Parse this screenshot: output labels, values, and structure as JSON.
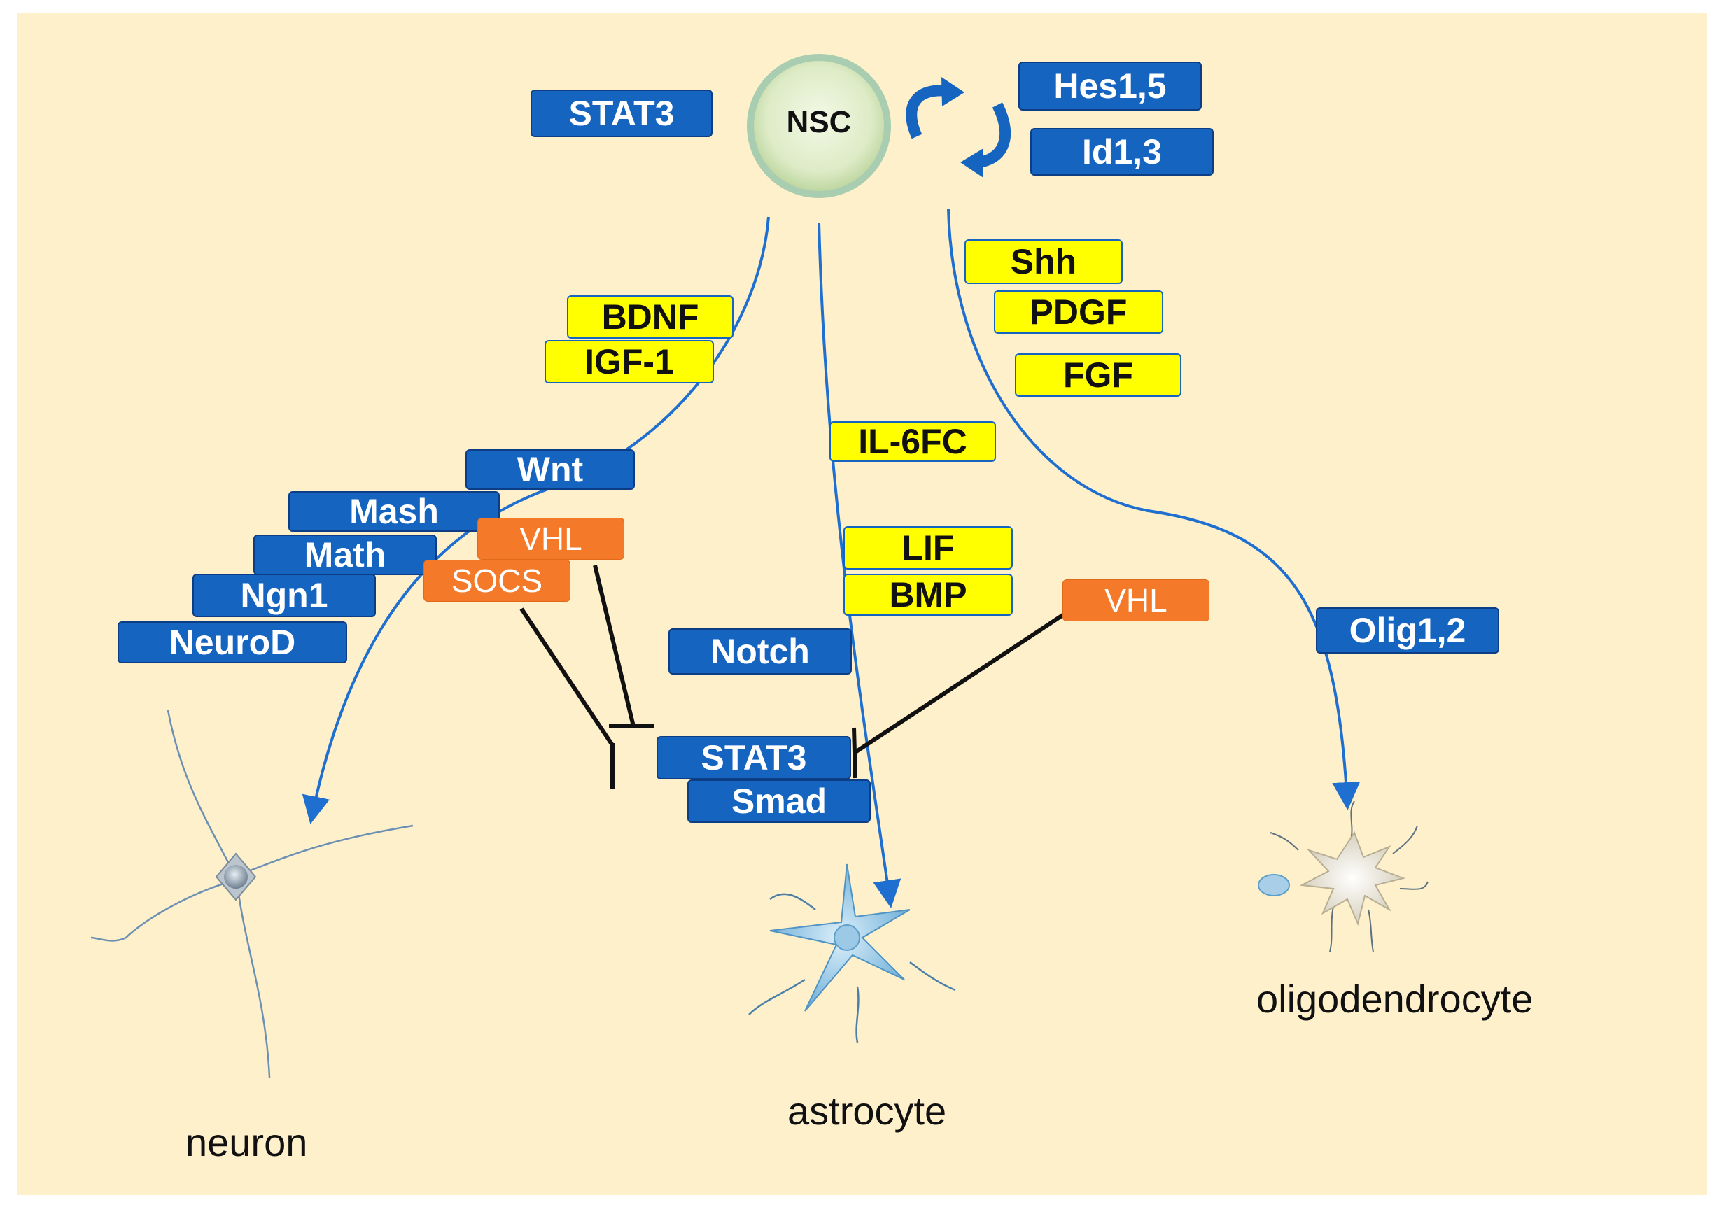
{
  "stem_cell": {
    "label": "NSC"
  },
  "self_renewal_factors": [
    "Hes1,5",
    "Id1,3"
  ],
  "stem_factor": "STAT3",
  "neuron_branch": {
    "growth_factors": [
      "BDNF",
      "IGF-1"
    ],
    "transcription_factors": [
      "Wnt",
      "Mash",
      "Math",
      "Ngn1",
      "NeuroD"
    ],
    "inhibitors": [
      "VHL",
      "SOCS"
    ],
    "cell_label": "neuron"
  },
  "astrocyte_branch": {
    "growth_factors": [
      "IL-6FC",
      "LIF",
      "BMP"
    ],
    "signaling": [
      "Notch"
    ],
    "effectors": [
      "STAT3",
      "Smad"
    ],
    "inhibitor": "VHL",
    "cell_label": "astrocyte"
  },
  "oligodendrocyte_branch": {
    "growth_factors": [
      "Shh",
      "PDGF",
      "FGF"
    ],
    "transcription_factors": [
      "Olig1,2"
    ],
    "cell_label": "oligodendrocyte"
  },
  "colors": {
    "background": "#FEF0CA",
    "transcription_factor": "#1565C0",
    "growth_factor": "#FFFF00",
    "inhibitor": "#F47A2A",
    "pathway_line": "#1E6FD0",
    "inhibition_line": "#111111"
  }
}
